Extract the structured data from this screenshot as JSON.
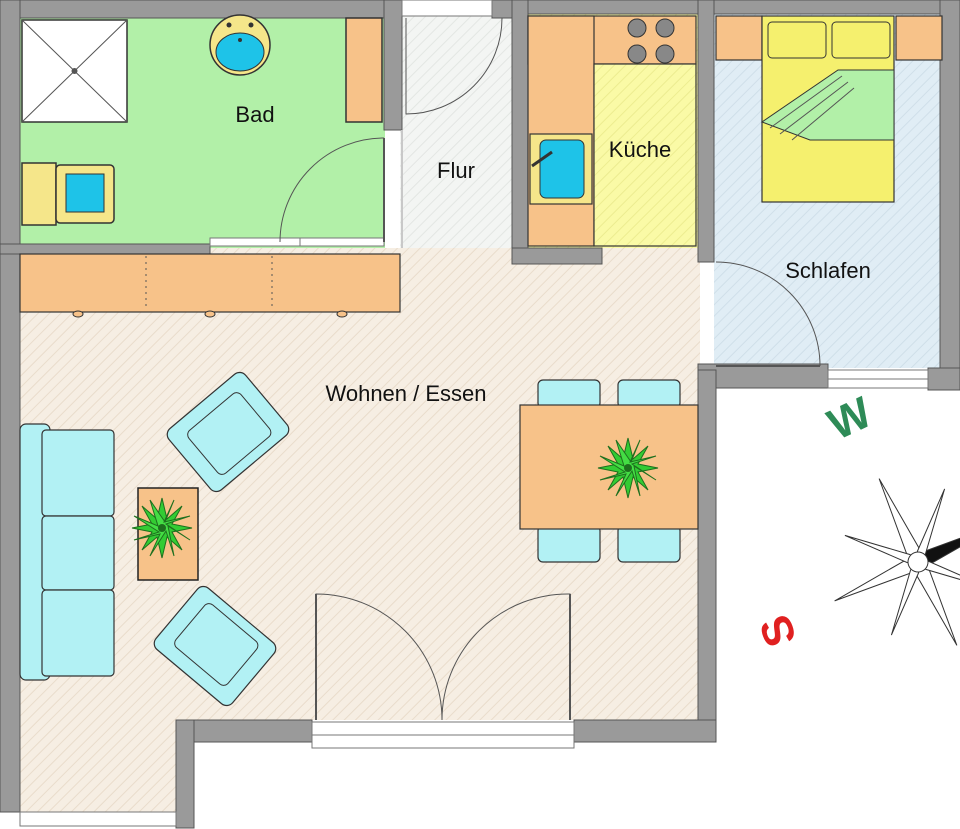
{
  "rooms": {
    "bad": "Bad",
    "flur": "Flur",
    "kueche": "Küche",
    "schlafen": "Schlafen",
    "wohnen": "Wohnen / Essen"
  },
  "compass": {
    "west": "W",
    "south": "S"
  },
  "colors": {
    "wall": "#9a9a9a",
    "bath_floor": "#b2f0a8",
    "living_floor": "#f5ede2",
    "bedroom_floor": "#ddecf4",
    "hall_floor": "#f2f4f2",
    "kitchen_counter": "#f7c289",
    "kitchen_floor": "#fafaa8",
    "furniture_blue": "#b2f1f4",
    "table_orange": "#f7c289",
    "plant_green": "#33cc33",
    "compass_west": "#2e8b57",
    "compass_south": "#e02020"
  }
}
